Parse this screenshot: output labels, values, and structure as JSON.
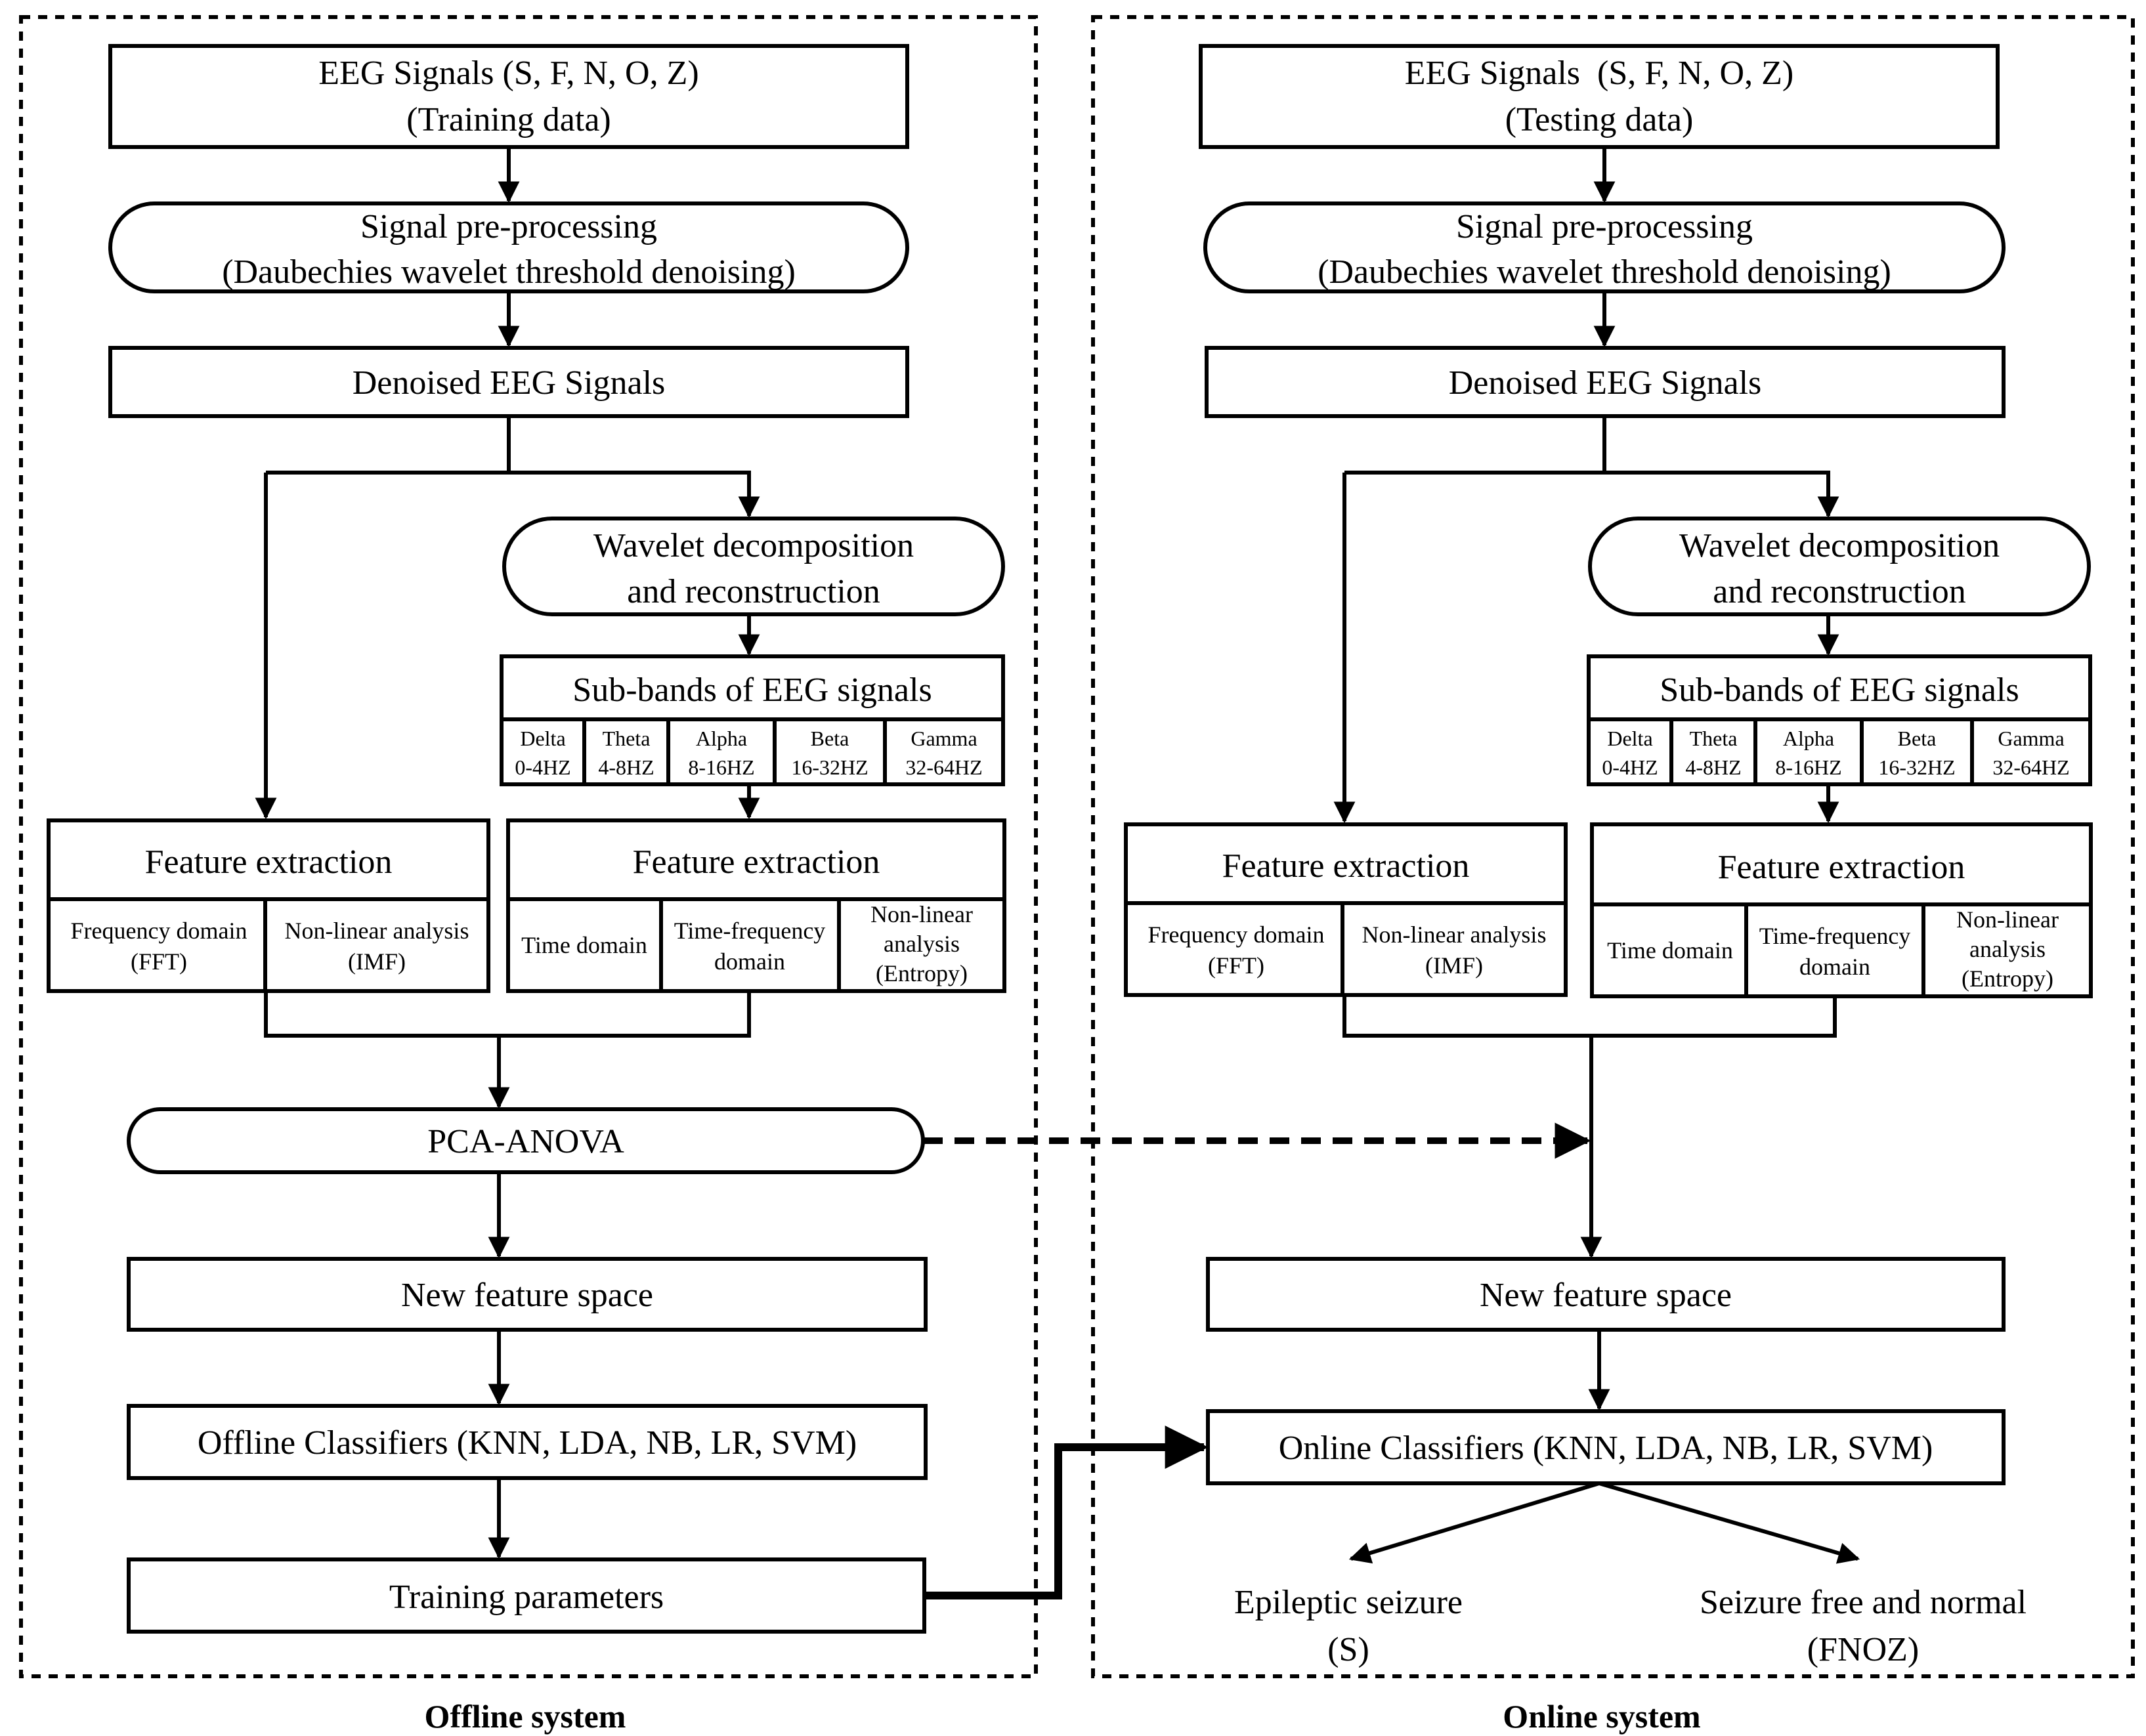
{
  "offline": {
    "label": "Offline system",
    "input": [
      "EEG Signals (S, F, N, O, Z)",
      "(Training data)"
    ],
    "preprocessing": [
      "Signal pre-processing",
      "(Daubechies wavelet threshold denoising)"
    ],
    "denoised": "Denoised EEG Signals",
    "wavelet": [
      "Wavelet decomposition",
      "and reconstruction"
    ],
    "subbands": {
      "title": "Sub-bands of EEG signals",
      "bands": [
        {
          "name": "Delta",
          "range": "0-4HZ"
        },
        {
          "name": "Theta",
          "range": "4-8HZ"
        },
        {
          "name": "Alpha",
          "range": "8-16HZ"
        },
        {
          "name": "Beta",
          "range": "16-32HZ"
        },
        {
          "name": "Gamma",
          "range": "32-64HZ"
        }
      ]
    },
    "feature_left": {
      "title": "Feature extraction",
      "cells": [
        [
          "Frequency domain",
          "(FFT)"
        ],
        [
          "Non-linear analysis",
          "(IMF)"
        ]
      ]
    },
    "feature_right": {
      "title": "Feature extraction",
      "cells": [
        [
          "Time domain"
        ],
        [
          "Time-frequency",
          "domain"
        ],
        [
          "Non-linear",
          "analysis",
          "(Entropy)"
        ]
      ]
    },
    "pca": "PCA-ANOVA",
    "new_space": "New feature space",
    "classifiers": "Offline Classifiers (KNN, LDA, NB, LR, SVM)",
    "params": "Training parameters"
  },
  "online": {
    "label": "Online system",
    "input": [
      "EEG Signals  (S, F, N, O, Z)",
      "(Testing data)"
    ],
    "preprocessing": [
      "Signal pre-processing",
      "(Daubechies wavelet threshold denoising)"
    ],
    "denoised": "Denoised EEG Signals",
    "wavelet": [
      "Wavelet decomposition",
      "and reconstruction"
    ],
    "subbands": {
      "title": "Sub-bands of EEG signals",
      "bands": [
        {
          "name": "Delta",
          "range": "0-4HZ"
        },
        {
          "name": "Theta",
          "range": "4-8HZ"
        },
        {
          "name": "Alpha",
          "range": "8-16HZ"
        },
        {
          "name": "Beta",
          "range": "16-32HZ"
        },
        {
          "name": "Gamma",
          "range": "32-64HZ"
        }
      ]
    },
    "feature_left": {
      "title": "Feature extraction",
      "cells": [
        [
          "Frequency domain",
          "(FFT)"
        ],
        [
          "Non-linear analysis",
          "(IMF)"
        ]
      ]
    },
    "feature_right": {
      "title": "Feature extraction",
      "cells": [
        [
          "Time domain"
        ],
        [
          "Time-frequency",
          "domain"
        ],
        [
          "Non-linear",
          "analysis",
          "(Entropy)"
        ]
      ]
    },
    "new_space": "New feature space",
    "classifiers": "Online Classifiers (KNN, LDA, NB, LR, SVM)",
    "outputs": [
      {
        "lines": [
          "Epileptic seizure",
          "(S)"
        ]
      },
      {
        "lines": [
          "Seizure free and normal",
          "(FNOZ)"
        ]
      }
    ]
  }
}
